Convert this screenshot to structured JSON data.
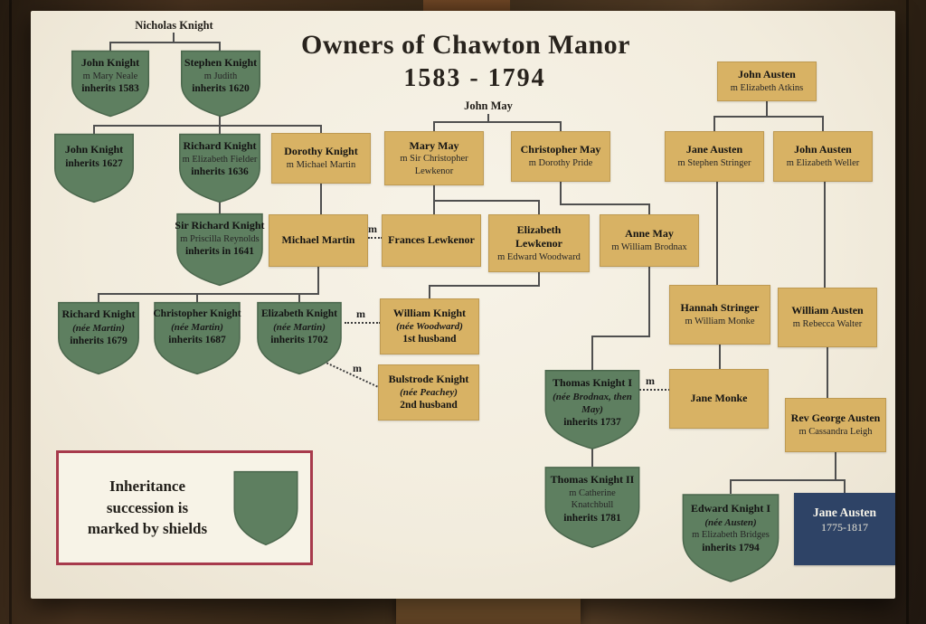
{
  "title": {
    "line1": "Owners of Chawton Manor",
    "line2": "1583 - 1794"
  },
  "top_labels": {
    "nicholas_knight": "Nicholas Knight",
    "john_may": "John May"
  },
  "marriage_label": "m",
  "nodes": {
    "john_knight_1583": {
      "lines": [
        "John Knight",
        "m Mary Neale",
        "inherits 1583"
      ]
    },
    "stephen_knight": {
      "lines": [
        "Stephen Knight",
        "m Judith",
        "inherits 1620"
      ]
    },
    "john_knight_1627": {
      "lines": [
        "John Knight",
        "inherits 1627"
      ]
    },
    "richard_knight_1636": {
      "lines": [
        "Richard Knight",
        "m Elizabeth Fielder",
        "inherits 1636"
      ]
    },
    "dorothy_knight": {
      "lines": [
        "Dorothy Knight",
        "m Michael Martin"
      ]
    },
    "sir_richard_knight": {
      "lines": [
        "Sir Richard Knight",
        "m Priscilla Reynolds",
        "inherits in 1641"
      ]
    },
    "michael_martin": {
      "lines": [
        "Michael Martin"
      ]
    },
    "mary_may": {
      "lines": [
        "Mary May",
        "m Sir Christopher",
        "Lewkenor"
      ]
    },
    "christopher_may": {
      "lines": [
        "Christopher May",
        "m Dorothy Pride"
      ]
    },
    "frances_lewkenor": {
      "lines": [
        "Frances Lewkenor"
      ]
    },
    "elizabeth_lewkenor": {
      "lines": [
        "Elizabeth",
        "Lewkenor",
        "m Edward Woodward"
      ]
    },
    "anne_may": {
      "lines": [
        "Anne May",
        "m William Brodnax"
      ]
    },
    "richard_knight_1679": {
      "lines": [
        "Richard Knight",
        "(née Martin)",
        "inherits 1679"
      ]
    },
    "christopher_knight_1687": {
      "lines": [
        "Christopher Knight",
        "(née Martin)",
        "inherits 1687"
      ]
    },
    "elizabeth_knight_1702": {
      "lines": [
        "Elizabeth Knight",
        "(née Martin)",
        "inherits 1702"
      ]
    },
    "william_knight": {
      "lines": [
        "William Knight",
        "(née Woodward)",
        "1st husband"
      ]
    },
    "bulstrode_knight": {
      "lines": [
        "Bulstrode Knight",
        "(née Peachey)",
        "2nd husband"
      ]
    },
    "john_austen_sr": {
      "lines": [
        "John Austen",
        "m Elizabeth Atkins"
      ]
    },
    "jane_austen_stringer": {
      "lines": [
        "Jane Austen",
        "m Stephen Stringer"
      ]
    },
    "john_austen_weller": {
      "lines": [
        "John Austen",
        "m Elizabeth Weller"
      ]
    },
    "hannah_stringer": {
      "lines": [
        "Hannah Stringer",
        "m William Monke"
      ]
    },
    "william_austen": {
      "lines": [
        "William Austen",
        "m Rebecca Walter"
      ]
    },
    "jane_monke": {
      "lines": [
        "Jane Monke"
      ]
    },
    "rev_george_austen": {
      "lines": [
        "Rev George Austen",
        "m Cassandra Leigh"
      ]
    },
    "thomas_knight_1": {
      "lines": [
        "Thomas Knight I",
        "(née Brodnax, then",
        "May)",
        "inherits 1737"
      ]
    },
    "thomas_knight_2": {
      "lines": [
        "Thomas Knight II",
        "m Catherine",
        "Knatchbull",
        "inherits 1781"
      ]
    },
    "edward_knight_1": {
      "lines": [
        "Edward Knight I",
        "(née Austen)",
        "m Elizabeth Bridges",
        "inherits 1794"
      ]
    },
    "jane_austen_novelist": {
      "lines": [
        "Jane Austen",
        "1775-1817"
      ]
    }
  },
  "legend": {
    "lines": [
      "Inheritance",
      "succession is",
      "marked by shields"
    ]
  },
  "colors": {
    "shield_green": "#5e7f60",
    "box_tan": "#d8b264",
    "box_blue": "#2e4366",
    "legend_border": "#a73a4c",
    "board_cream": "#f3eee1",
    "wood_brown": "#3a2a1b",
    "line_gray": "#4f4f4f"
  }
}
